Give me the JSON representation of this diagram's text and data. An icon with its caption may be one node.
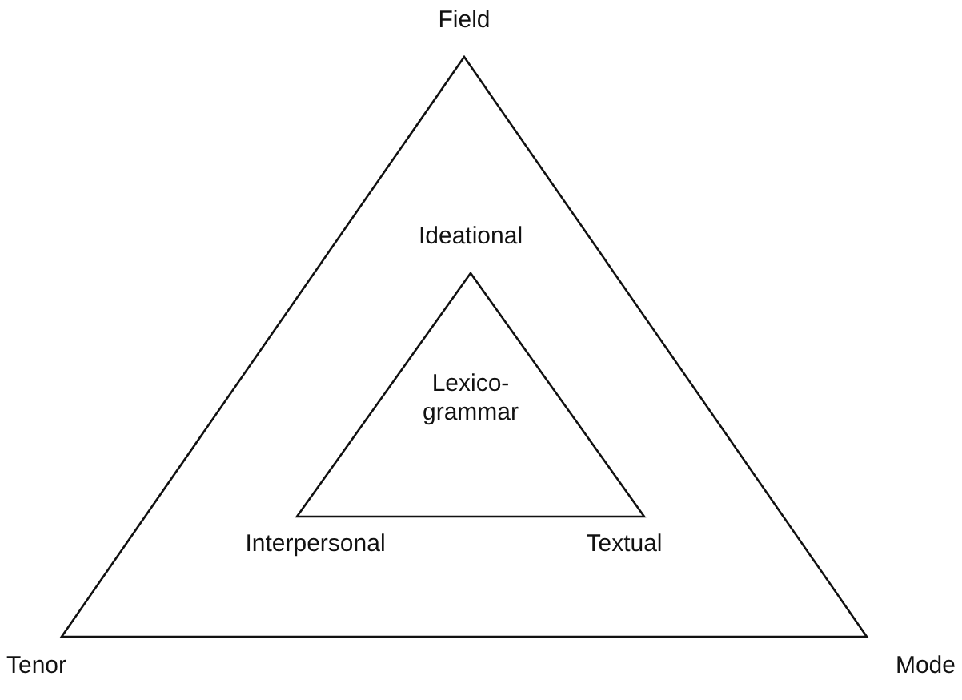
{
  "diagram": {
    "nodes": [
      {
        "text": [],
        "shape": "triangle",
        "beside": [
          "Field",
          "Tenor",
          "Mode"
        ]
      },
      {
        "text": [
          "Lexico-grammar"
        ],
        "in": 0,
        "beside": [
          "Ideational",
          "Interpersonal",
          "Textual"
        ]
      }
    ]
  }
}
